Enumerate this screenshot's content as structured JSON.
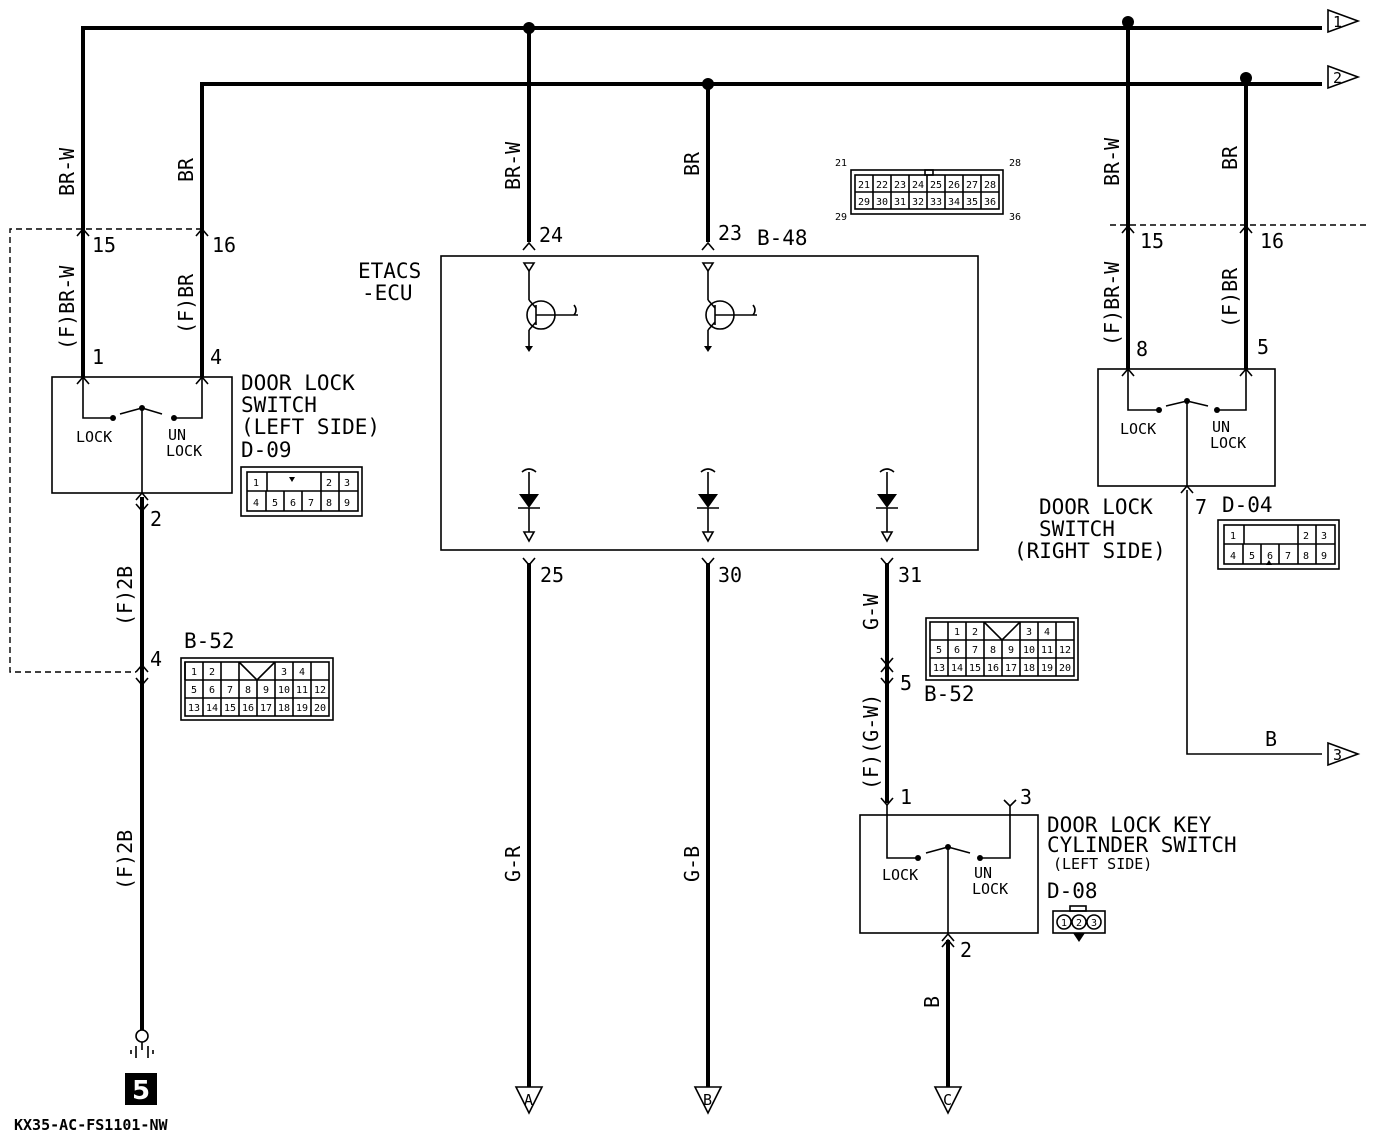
{
  "diagram": {
    "page_code": "KX35-AC-FS1101-NW",
    "ground_number": "5",
    "arrows": {
      "a1": "1",
      "a2": "2",
      "a3": "3",
      "bA": "A",
      "bB": "B",
      "bC": "C"
    },
    "wires": {
      "brw": "BR-W",
      "br": "BR",
      "fbrw": "(F)BR-W",
      "fbr": "(F)BR",
      "f2b": "(F)2B",
      "gr": "G-R",
      "gb": "G-B",
      "gw": "G-W",
      "fgw": "(F)(G-W)",
      "b": "B"
    },
    "ecu": {
      "name_line1": "ETACS",
      "name_line2": "-ECU",
      "connector": "B-48",
      "pins": {
        "p24": "24",
        "p23": "23",
        "p25": "25",
        "p30": "30",
        "p31": "31"
      }
    },
    "left_switch": {
      "line1": "DOOR LOCK",
      "line2": "SWITCH",
      "line3": "(LEFT SIDE)",
      "connector": "D-09",
      "lock": "LOCK",
      "unlock1": "UN",
      "unlock2": "LOCK",
      "pins": {
        "p1": "1",
        "p4": "4",
        "p2": "2"
      }
    },
    "right_switch": {
      "line1": "DOOR LOCK",
      "line2": "SWITCH",
      "line3": "(RIGHT SIDE)",
      "connector": "D-04",
      "lock": "LOCK",
      "unlock1": "UN",
      "unlock2": "LOCK",
      "pins": {
        "p8": "8",
        "p5": "5",
        "p7": "7"
      }
    },
    "key_switch": {
      "line1": "DOOR LOCK KEY",
      "line2": "CYLINDER SWITCH",
      "line3": "(LEFT SIDE)",
      "connector": "D-08",
      "lock": "LOCK",
      "unlock1": "UN",
      "unlock2": "LOCK",
      "pins": {
        "p1": "1",
        "p3": "3",
        "p2": "2"
      }
    },
    "junctions": {
      "left": {
        "p15": "15",
        "p16": "16"
      },
      "right": {
        "p15": "15",
        "p16": "16"
      }
    },
    "b52_left": {
      "connector": "B-52",
      "pin": "4"
    },
    "b52_mid": {
      "connector": "B-52",
      "pin": "5"
    },
    "face_b48": {
      "corner_tl": "21",
      "corner_tr": "28",
      "corner_bl": "29",
      "corner_br": "36",
      "row1": [
        "21",
        "22",
        "23",
        "24",
        "25",
        "26",
        "27",
        "28"
      ],
      "row2": [
        "29",
        "30",
        "31",
        "32",
        "33",
        "34",
        "35",
        "36"
      ]
    },
    "face_b52": {
      "row1": [
        "1",
        "2",
        "3",
        "4"
      ],
      "row2": [
        "5",
        "6",
        "7",
        "8",
        "9",
        "10",
        "11",
        "12"
      ],
      "row3": [
        "13",
        "14",
        "15",
        "16",
        "17",
        "18",
        "19",
        "20"
      ]
    },
    "face_d09": {
      "top": [
        "1",
        "2",
        "3"
      ],
      "bottom": [
        "4",
        "5",
        "6",
        "7",
        "8",
        "9"
      ]
    },
    "face_d08": [
      "1",
      "2",
      "3"
    ]
  }
}
